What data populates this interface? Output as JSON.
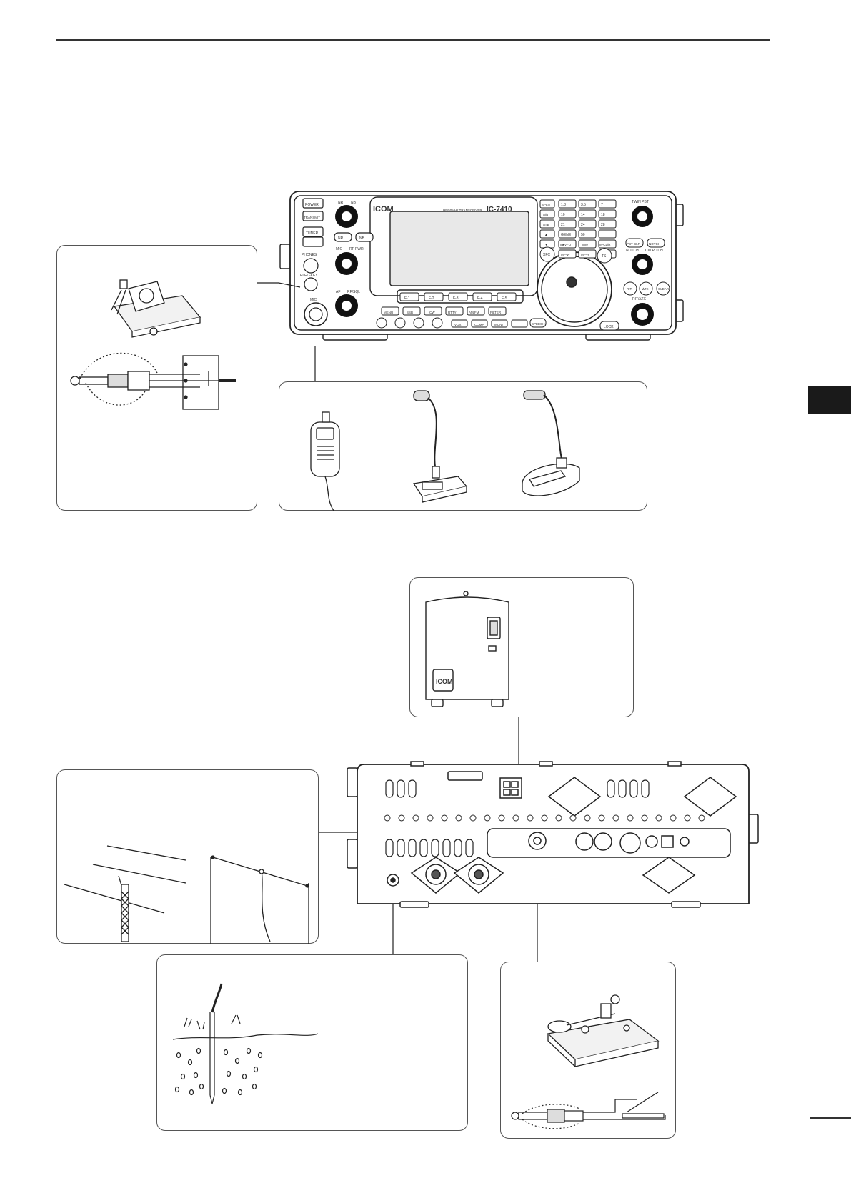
{
  "radio": {
    "brand": "ICOM",
    "model": "IC-7410",
    "subtitle": "HF/50MHz TRANSCEIVER",
    "left_buttons": [
      "POWER",
      "TRANSMIT",
      "TUNER"
    ],
    "knob_labels": [
      "NR",
      "NB",
      "MIC",
      "RF PWR",
      "AF",
      "RF/SQL",
      "TWIN PBT",
      "NOTCH",
      "CW PITCH",
      "RIT/∆TX"
    ],
    "left_side_labels": [
      "PHONES",
      "ELEC-KEY",
      "MIC"
    ],
    "nr_nb_buttons": [
      "NR",
      "NB"
    ],
    "band_keys": [
      "1.8",
      "3.5",
      "7",
      "10",
      "14",
      "18",
      "21",
      "24",
      "28",
      "GENE",
      "50"
    ],
    "left_keys": [
      "SPLIT",
      "A/B",
      "A=B",
      "▲",
      "▼"
    ],
    "side_keys": [
      "MP-W",
      "MP-R",
      "M▸VFO",
      "MW",
      "M-CL/R",
      "XFC",
      "TS"
    ],
    "function_keys": [
      "F-1",
      "F-2",
      "F-3",
      "F-4",
      "F-5"
    ],
    "mode_keys": [
      "MENU",
      "SSB",
      "CW",
      "RTTY",
      "AM/FM",
      "FILTER"
    ],
    "lower_keys": [
      "VOX",
      "COMP",
      "MONI",
      "SPEECH",
      "LOCK"
    ],
    "right_keys": [
      "PBT-CLR",
      "NOTCH",
      "RIT",
      "∆TX",
      "CLEAR"
    ]
  }
}
